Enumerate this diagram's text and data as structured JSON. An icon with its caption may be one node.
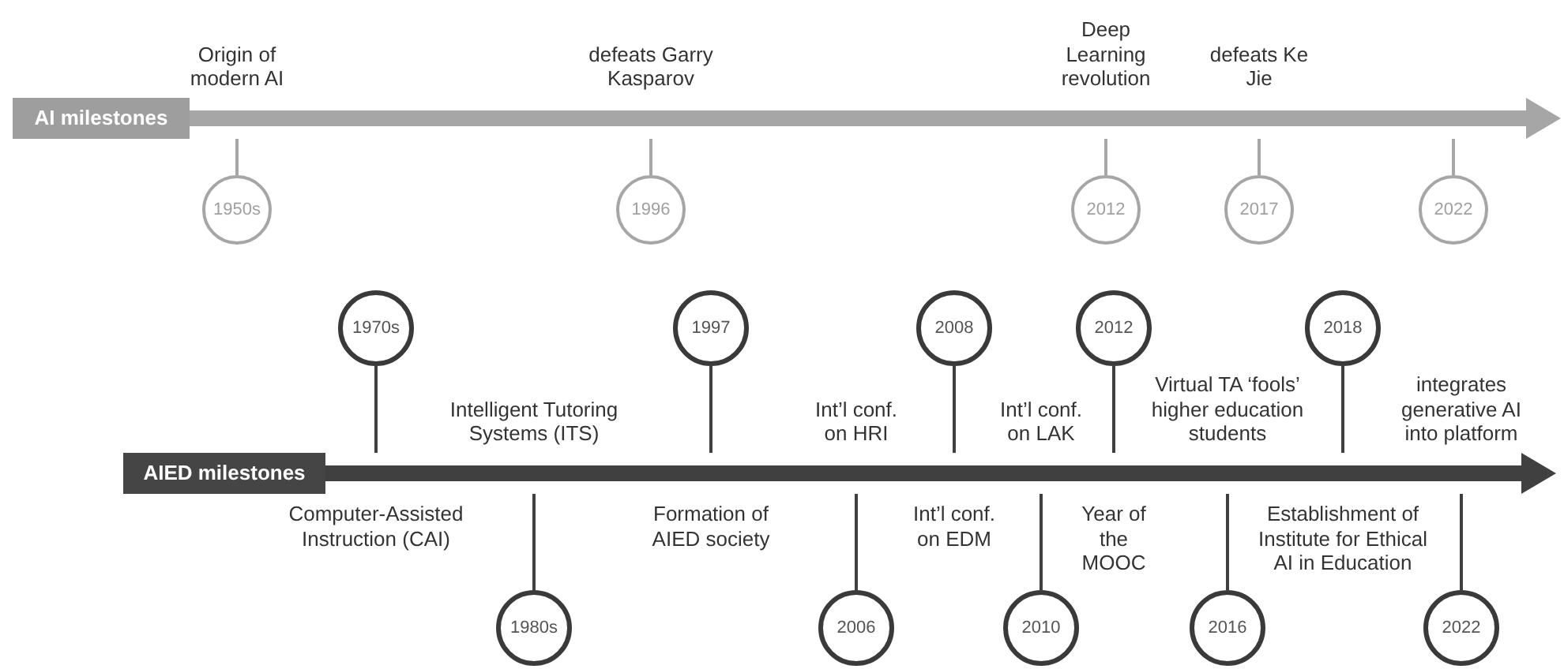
{
  "diagram": {
    "nodes": [
      {
        "text": [
          "AI milestones"
        ]
      },
      {
        "text": [
          "1950s"
        ]
      },
      {
        "text": [
          "1996"
        ]
      },
      {
        "text": [
          "2012"
        ]
      },
      {
        "text": [
          "2017"
        ]
      },
      {
        "text": [
          "2022"
        ]
      },
      {
        "text": [
          "AIED milestones"
        ]
      },
      {
        "text": [
          "1970s"
        ]
      },
      {
        "text": [
          "1980s"
        ]
      },
      {
        "text": [
          "1997"
        ]
      },
      {
        "text": [
          "2006"
        ]
      },
      {
        "text": [
          "2008"
        ]
      },
      {
        "text": [
          "2010"
        ]
      },
      {
        "text": [
          "2012"
        ]
      },
      {
        "text": [
          "2016"
        ]
      },
      {
        "text": [
          "2018"
        ]
      },
      {
        "text": [
          "2022"
        ]
      }
    ],
    "edges": [
      {
        "from": 1,
        "to": 0,
        "arrow": "none",
        "color": "#a6a6a6"
      },
      {
        "from": 2,
        "to": 0,
        "arrow": "none",
        "color": "#a6a6a6"
      },
      {
        "from": 3,
        "to": 0,
        "arrow": "none",
        "color": "#a6a6a6"
      },
      {
        "from": 4,
        "to": 0,
        "arrow": "none",
        "color": "#a6a6a6"
      },
      {
        "from": 5,
        "to": 0,
        "arrow": "none",
        "color": "#a6a6a6"
      },
      {
        "from": 7,
        "to": 6,
        "arrow": "none"
      },
      {
        "from": 8,
        "to": 6,
        "arrow": "none"
      },
      {
        "from": 9,
        "to": 6,
        "arrow": "none"
      },
      {
        "from": 10,
        "to": 6,
        "arrow": "none"
      },
      {
        "from": 11,
        "to": 6,
        "arrow": "none"
      },
      {
        "from": 12,
        "to": 6,
        "arrow": "none"
      },
      {
        "from": 13,
        "to": 6,
        "arrow": "none"
      },
      {
        "from": 14,
        "to": 6,
        "arrow": "none"
      },
      {
        "from": 15,
        "to": 6,
        "arrow": "none"
      },
      {
        "from": 16,
        "to": 6,
        "arrow": "none"
      }
    ],
    "labels": [
      "Origin of modern AI",
      "defeats Garry Kasparov",
      "Deep Learning revolution",
      "defeats Ke Jie",
      "Intelligent Tutoring Systems (ITS)",
      "Int’l conf. on HRI",
      "Int’l conf. on LAK",
      "Virtual TA ‘fools’ higher education students",
      "integrates generative AI into platform",
      "Computer-Assisted Instruction (CAI)",
      "Formation of AIED society",
      "Int’l conf. on EDM",
      "Year of the MOOC",
      "Establishment of Institute for Ethical AI in Education"
    ]
  }
}
